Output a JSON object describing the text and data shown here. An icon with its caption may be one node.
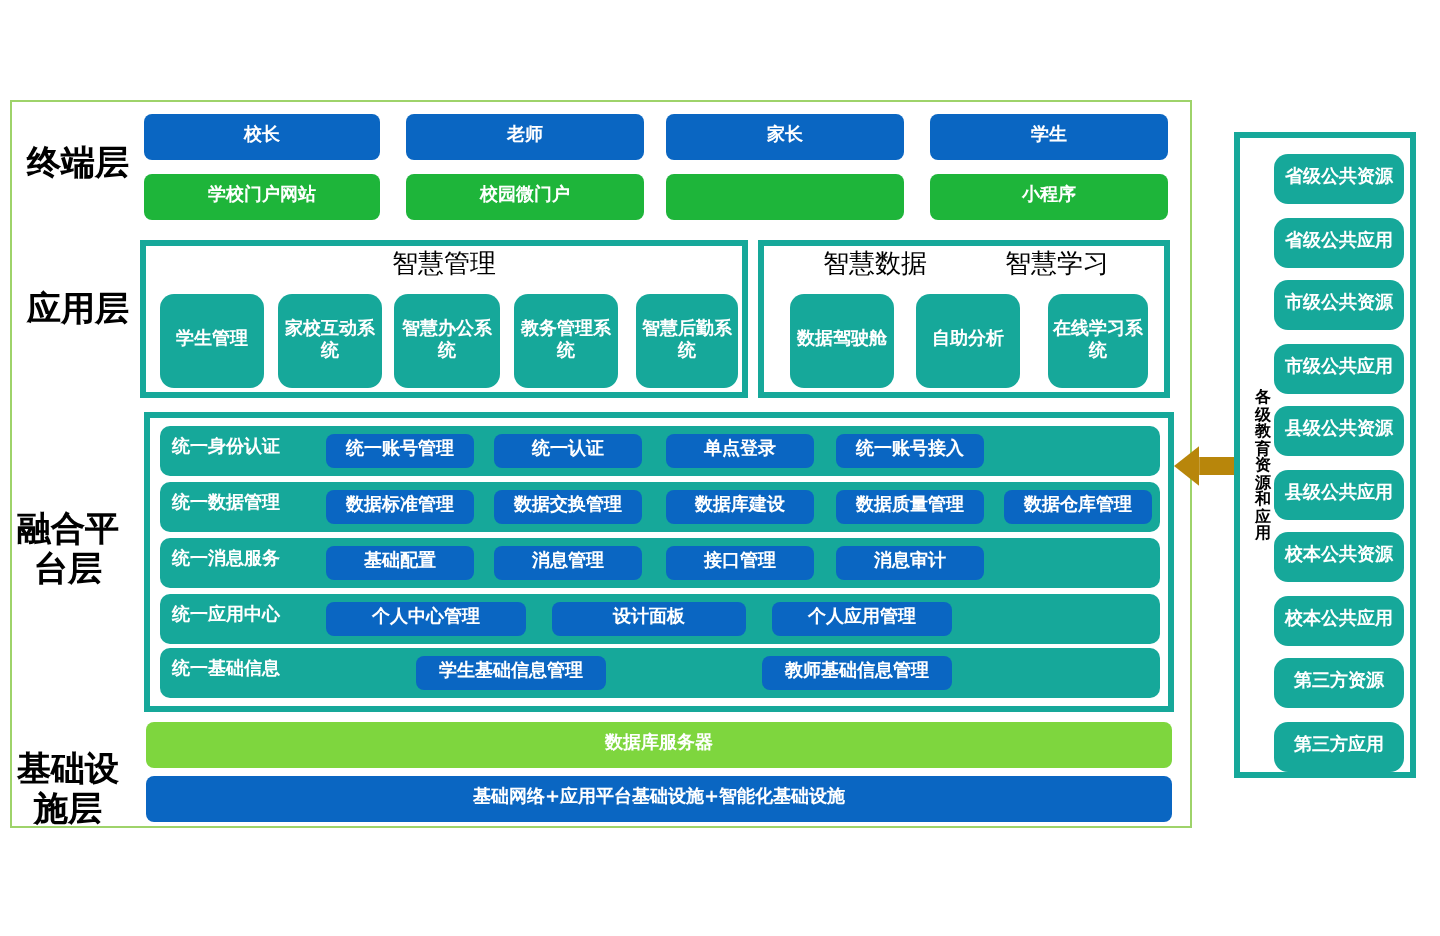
{
  "diagram": {
    "nodes": [
      {
        "text": [
          "校长"
        ]
      },
      {
        "text": [
          "老师"
        ]
      },
      {
        "text": [
          "家长"
        ]
      },
      {
        "text": [
          "学生"
        ]
      },
      {
        "text": [
          "学校门户网站"
        ]
      },
      {
        "text": [
          "校园微门户"
        ]
      },
      {
        "text": [],
        "shape": "box"
      },
      {
        "text": [
          "小程序"
        ]
      },
      {
        "text": [
          "智慧管理"
        ]
      },
      {
        "text": [
          "学生管理"
        ],
        "in": 8
      },
      {
        "text": [
          "家校互动系统"
        ],
        "in": 8
      },
      {
        "text": [
          "智慧办公系统"
        ],
        "in": 8
      },
      {
        "text": [
          "教务管理系统"
        ],
        "in": 8
      },
      {
        "text": [
          "智慧后勤系统"
        ],
        "in": 8
      },
      {
        "text": [
          "智慧数据",
          "智慧学习"
        ]
      },
      {
        "text": [
          "数据驾驶舱"
        ],
        "in": 14
      },
      {
        "text": [
          "自助分析"
        ],
        "in": 14
      },
      {
        "text": [
          "在线学习系统"
        ],
        "in": 14
      },
      {
        "text": [],
        "shape": "box"
      },
      {
        "text": [
          "统一身份认证"
        ],
        "in": 18
      },
      {
        "text": [
          "统一账号管理"
        ],
        "in": 19
      },
      {
        "text": [
          "统一认证"
        ],
        "in": 19
      },
      {
        "text": [
          "单点登录"
        ],
        "in": 19
      },
      {
        "text": [
          "统一账号接入"
        ],
        "in": 19
      },
      {
        "text": [
          "统一数据管理"
        ],
        "in": 18
      },
      {
        "text": [
          "数据标准管理"
        ],
        "in": 24
      },
      {
        "text": [
          "数据交换管理"
        ],
        "in": 24
      },
      {
        "text": [
          "数据库建设"
        ],
        "in": 24
      },
      {
        "text": [
          "数据质量管理"
        ],
        "in": 24
      },
      {
        "text": [
          "数据仓库管理"
        ],
        "in": 24
      },
      {
        "text": [
          "统一消息服务"
        ],
        "in": 18
      },
      {
        "text": [
          "基础配置"
        ],
        "in": 30
      },
      {
        "text": [
          "消息管理"
        ],
        "in": 30
      },
      {
        "text": [
          "接口管理"
        ],
        "in": 30
      },
      {
        "text": [
          "消息审计"
        ],
        "in": 30
      },
      {
        "text": [
          "统一应用中心"
        ],
        "in": 18
      },
      {
        "text": [
          "个人中心管理"
        ],
        "in": 35
      },
      {
        "text": [
          "设计面板"
        ],
        "in": 35
      },
      {
        "text": [
          "个人应用管理"
        ],
        "in": 35
      },
      {
        "text": [
          "统一基础信息"
        ],
        "in": 18
      },
      {
        "text": [
          "学生基础信息管理"
        ],
        "in": 39
      },
      {
        "text": [
          "教师基础信息管理"
        ],
        "in": 39
      },
      {
        "text": [
          "数据库服务器"
        ]
      },
      {
        "text": [
          "基础网络+应用平台基础设施+智能化基础设施"
        ]
      },
      {
        "text": [
          "各级教育资源和应用"
        ]
      },
      {
        "text": [
          "省级公共资源"
        ],
        "in": 44
      },
      {
        "text": [
          "省级公共应用"
        ],
        "in": 44
      },
      {
        "text": [
          "市级公共资源"
        ],
        "in": 44
      },
      {
        "text": [
          "市级公共应用"
        ],
        "in": 44
      },
      {
        "text": [
          "县级公共资源"
        ],
        "in": 44
      },
      {
        "text": [
          "县级公共应用"
        ],
        "in": 44
      },
      {
        "text": [
          "校本公共资源"
        ],
        "in": 44
      },
      {
        "text": [
          "校本公共应用"
        ],
        "in": 44
      },
      {
        "text": [
          "第三方资源"
        ],
        "in": 44
      },
      {
        "text": [
          "第三方应用"
        ],
        "in": 44
      }
    ],
    "edges": [
      {
        "from": 44,
        "to": 18,
        "arrow": "to",
        "color": "#b8860b"
      }
    ],
    "labels": [
      "终端层",
      "应用层",
      "融合平台层",
      "基础设施层"
    ]
  }
}
